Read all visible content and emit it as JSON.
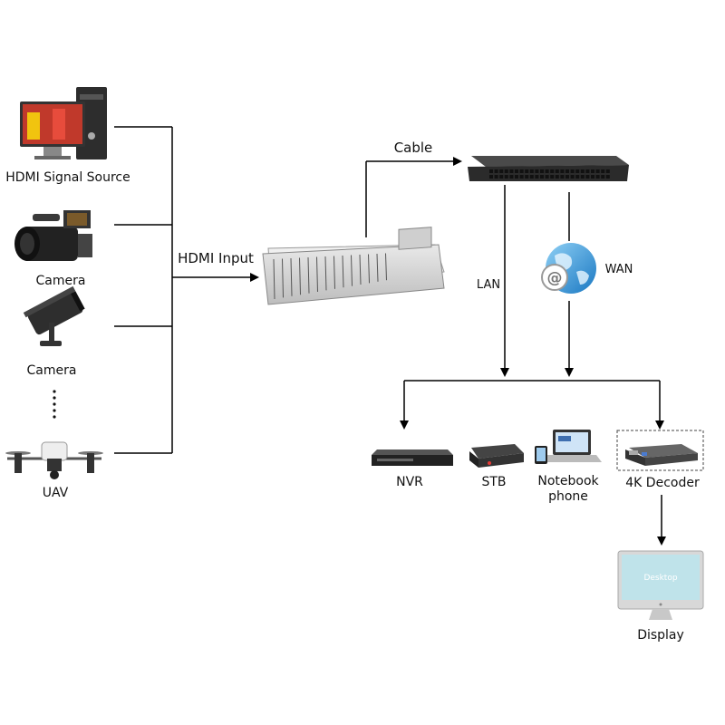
{
  "diagram": {
    "sources": [
      {
        "label": "HDMI Signal Source",
        "icon": "pc-monitor-icon"
      },
      {
        "label": "Camera",
        "icon": "camcorder-icon"
      },
      {
        "label": "Camera",
        "icon": "cctv-camera-icon"
      },
      {
        "label": "UAV",
        "icon": "drone-icon"
      }
    ],
    "hdmi_input_label": "HDMI Input",
    "encoder_icon": "hdmi-encoder-rack-icon",
    "cable_label": "Cable",
    "switch_icon": "network-switch-icon",
    "lan_label": "LAN",
    "wan_label": "WAN",
    "wan_icon": "internet-globe-icon",
    "endpoints": [
      {
        "label": "NVR",
        "icon": "nvr-icon"
      },
      {
        "label": "STB",
        "icon": "set-top-box-icon"
      },
      {
        "label": "Notebook\nphone",
        "line1": "Notebook",
        "line2": "phone",
        "icon": "laptop-phone-icon"
      },
      {
        "label": "4K Decoder",
        "icon": "decoder-icon"
      }
    ],
    "display": {
      "label": "Display",
      "screen_text": "Desktop",
      "icon": "imac-display-icon"
    },
    "colors": {
      "line": "#000000",
      "device_dark": "#2b2b2b",
      "rack": "#d8d8d8",
      "screen": "#bfe3ea"
    }
  }
}
